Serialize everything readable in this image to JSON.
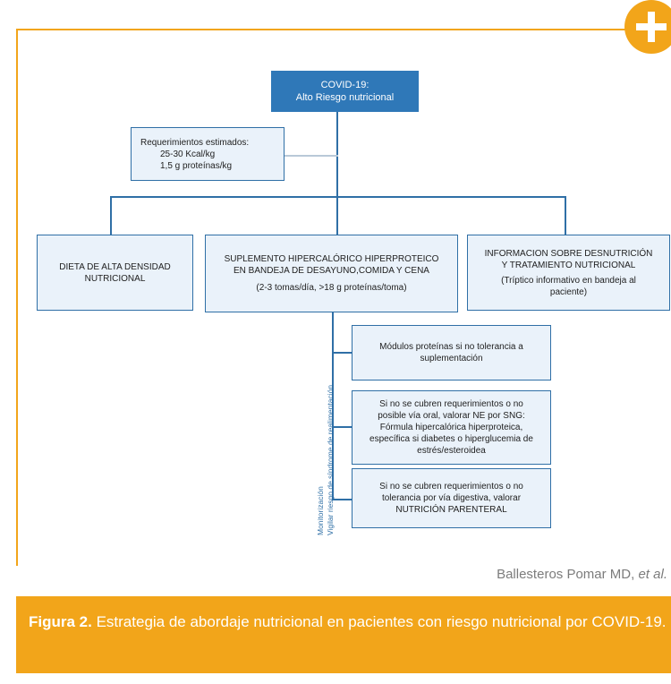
{
  "nodes": {
    "root": [
      "COVID-19:",
      "Alto Riesgo nutricional"
    ],
    "requirements": [
      "Requerimientos estimados:",
      "25-30 Kcal/kg",
      "1,5 g proteínas/kg"
    ],
    "diet": [
      "DIETA DE ALTA DENSIDAD",
      "NUTRICIONAL"
    ],
    "supplement": [
      "SUPLEMENTO HIPERCALÓRICO HIPERPROTEICO",
      "EN BANDEJA DE DESAYUNO,COMIDA Y CENA",
      "(2-3 tomas/día, >18 g proteínas/toma)"
    ],
    "information": [
      "INFORMACION SOBRE DESNUTRICIÓN",
      "Y TRATAMIENTO NUTRICIONAL",
      "(Tríptico informativo en bandeja al",
      "paciente)"
    ],
    "modules": [
      "Módulos proteínas si no tolerancia a",
      "suplementación"
    ],
    "enteral": [
      "Si no se cubren requerimientos o no",
      "posible vía oral, valorar NE por SNG:",
      "Fórmula hipercalórica hiperproteica,",
      "específica si diabetes o hiperglucemia de",
      "estrés/esteroidea"
    ],
    "parenteral": [
      "Si no se cubren requerimientos o no",
      "tolerancia por vía digestiva, valorar",
      "NUTRICIÓN PARENTERAL"
    ]
  },
  "monitoring": [
    "Monitorización",
    "Vigilar riesgo de síndrome de realimentación"
  ],
  "credit": {
    "authors": "Ballesteros Pomar MD, ",
    "etal": "et al."
  },
  "caption": {
    "label": "Figura 2.",
    "text": " Estrategia de abordaje nutricional en pacientes con riesgo nutricional por COVID-19."
  },
  "colors": {
    "accent": "#f2a51a",
    "box_border": "#2f6fa6",
    "box_fill": "#eaf2fa",
    "title_fill": "#2f78b8"
  }
}
